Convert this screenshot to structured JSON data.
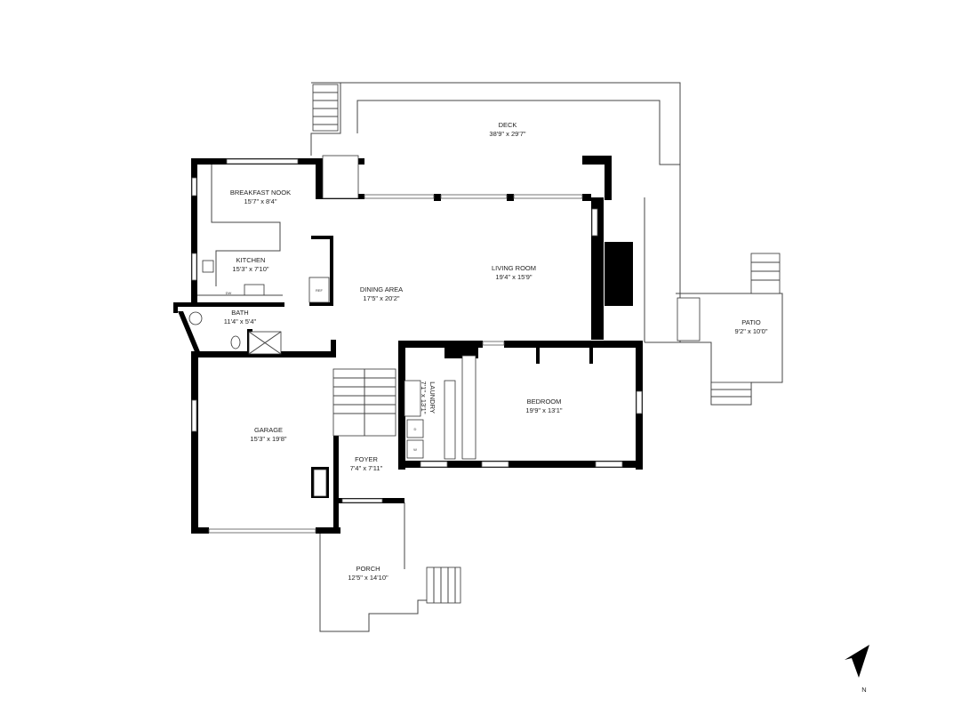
{
  "rooms": {
    "deck": {
      "name": "DECK",
      "dims": "38'9\" x 29'7\""
    },
    "breakfast_nook": {
      "name": "BREAKFAST NOOK",
      "dims": "15'7\" x 8'4\""
    },
    "kitchen": {
      "name": "KITCHEN",
      "dims": "15'3\" x 7'10\""
    },
    "dining_area": {
      "name": "DINING AREA",
      "dims": "17'5\" x 20'2\""
    },
    "living_room": {
      "name": "LIVING ROOM",
      "dims": "19'4\" x 15'9\""
    },
    "bath": {
      "name": "BATH",
      "dims": "11'4\" x 5'4\""
    },
    "garage": {
      "name": "GARAGE",
      "dims": "15'3\" x 19'8\""
    },
    "foyer": {
      "name": "FOYER",
      "dims": "7'4\" x 7'11\""
    },
    "laundry": {
      "name": "LAUNDRY",
      "dims": "7'1\" x 13'1\""
    },
    "bedroom": {
      "name": "BEDROOM",
      "dims": "19'9\" x 13'1\""
    },
    "porch": {
      "name": "PORCH",
      "dims": "12'5\" x 14'10\""
    },
    "patio": {
      "name": "PATIO",
      "dims": "9'2\" x 10'0\""
    }
  },
  "fixtures": {
    "ref": "REF",
    "dw": "DW",
    "dryer": "D",
    "washer": "W"
  },
  "compass": {
    "label": "N"
  }
}
